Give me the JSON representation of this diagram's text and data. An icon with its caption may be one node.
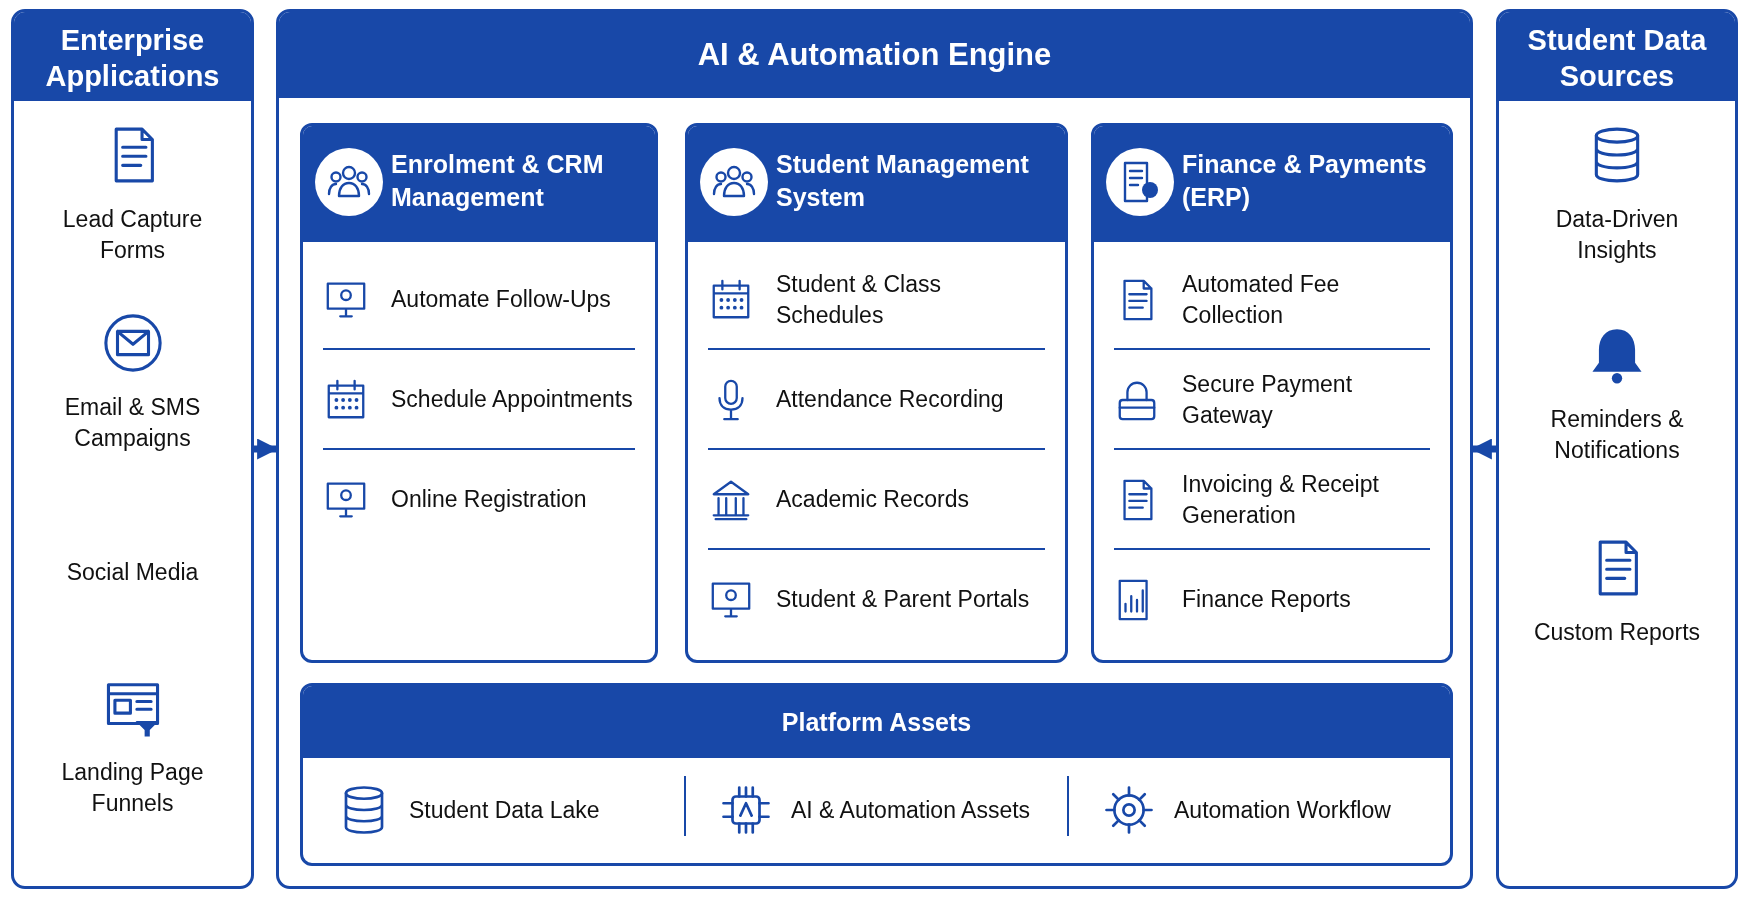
{
  "diagram": {
    "nodes": [
      {
        "text": [
          "Enterprise Applications"
        ]
      },
      {
        "text": [
          "Lead Capture Forms"
        ],
        "in": 0
      },
      {
        "text": [
          "Email & SMS Campaigns"
        ],
        "in": 0
      },
      {
        "text": [
          "Social Media"
        ],
        "in": 0
      },
      {
        "text": [
          "Landing Page Funnels"
        ],
        "in": 0
      },
      {
        "text": [
          "AI & Automation Engine"
        ]
      },
      {
        "text": [
          "Enrolment & CRM Management"
        ],
        "in": 5
      },
      {
        "text": [
          "Automate Follow-Ups"
        ],
        "in": 6
      },
      {
        "text": [
          "Schedule Appointments"
        ],
        "in": 6
      },
      {
        "text": [
          "Online Registration"
        ],
        "in": 6
      },
      {
        "text": [
          "Student Management System"
        ],
        "in": 5
      },
      {
        "text": [
          "Student & Class Schedules"
        ],
        "in": 10
      },
      {
        "text": [
          "Attendance Recording"
        ],
        "in": 10
      },
      {
        "text": [
          "Academic Records"
        ],
        "in": 10
      },
      {
        "text": [
          "Student & Parent Portals"
        ],
        "in": 10
      },
      {
        "text": [
          "Finance & Payments (ERP)"
        ],
        "in": 5
      },
      {
        "text": [
          "Automated Fee Collection"
        ],
        "in": 15
      },
      {
        "text": [
          "Secure Payment Gateway"
        ],
        "in": 15
      },
      {
        "text": [
          "Invoicing & Receipt Generation"
        ],
        "in": 15
      },
      {
        "text": [
          "Finance Reports"
        ],
        "in": 15
      },
      {
        "text": [
          "Platform Assets"
        ],
        "in": 5
      },
      {
        "text": [
          "Student Data Lake"
        ],
        "in": 20
      },
      {
        "text": [
          "AI & Automation Assets"
        ],
        "in": 20
      },
      {
        "text": [
          "Automation Workflow"
        ],
        "in": 20
      },
      {
        "text": [
          "Student Data Sources"
        ]
      },
      {
        "text": [
          "Data-Driven Insights"
        ],
        "in": 24
      },
      {
        "text": [
          "Reminders & Notifications"
        ],
        "in": 24
      },
      {
        "text": [
          "Custom Reports"
        ],
        "in": 24
      }
    ],
    "edges": [
      {
        "from": 0,
        "to": 5,
        "arrow": "to"
      },
      {
        "from": 24,
        "to": 5,
        "arrow": "to"
      }
    ]
  }
}
